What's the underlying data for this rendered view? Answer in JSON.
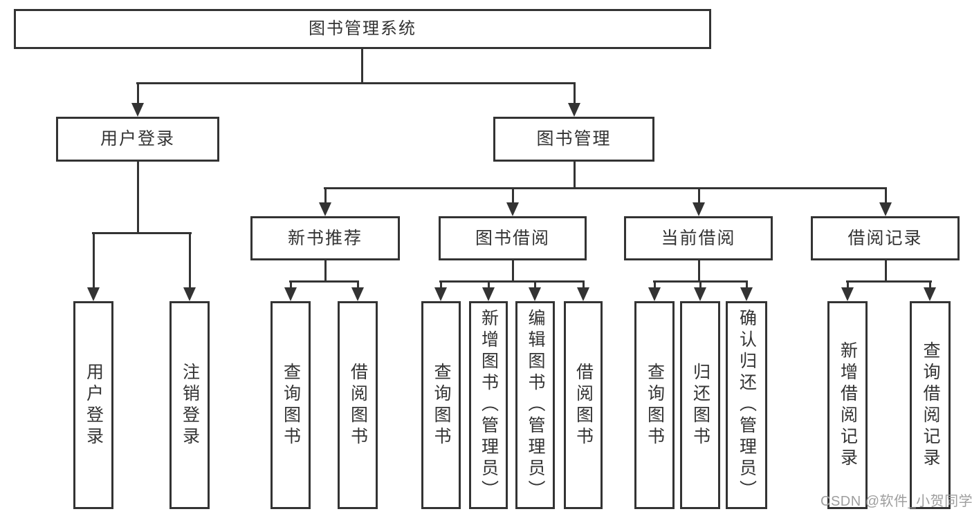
{
  "diagram": {
    "title": "图书管理系统",
    "level2": {
      "user_login": "用户登录",
      "book_management": "图书管理"
    },
    "level3": {
      "new_book_recommend": "新书推荐",
      "book_borrowing": "图书借阅",
      "current_borrowing": "当前借阅",
      "borrowing_records": "借阅记录"
    },
    "leaves": {
      "user_login": [
        "用户登录",
        "注销登录"
      ],
      "new_book_recommend": [
        "查询图书",
        "借阅图书"
      ],
      "book_borrowing": [
        "查询图书",
        "新增图书（管理员）",
        "编辑图书（管理员）",
        "借阅图书"
      ],
      "current_borrowing": [
        "查询图书",
        "归还图书",
        "确认归还（管理员）"
      ],
      "borrowing_records": [
        "新增借阅记录",
        "查询借阅记录"
      ]
    },
    "watermark": "CSDN @软件_小贺同学",
    "colors": {
      "line": "#333333",
      "text": "#333333",
      "box_background": "#ffffff",
      "page_background": "#ffffff",
      "watermark": "#9e9e9e"
    }
  }
}
